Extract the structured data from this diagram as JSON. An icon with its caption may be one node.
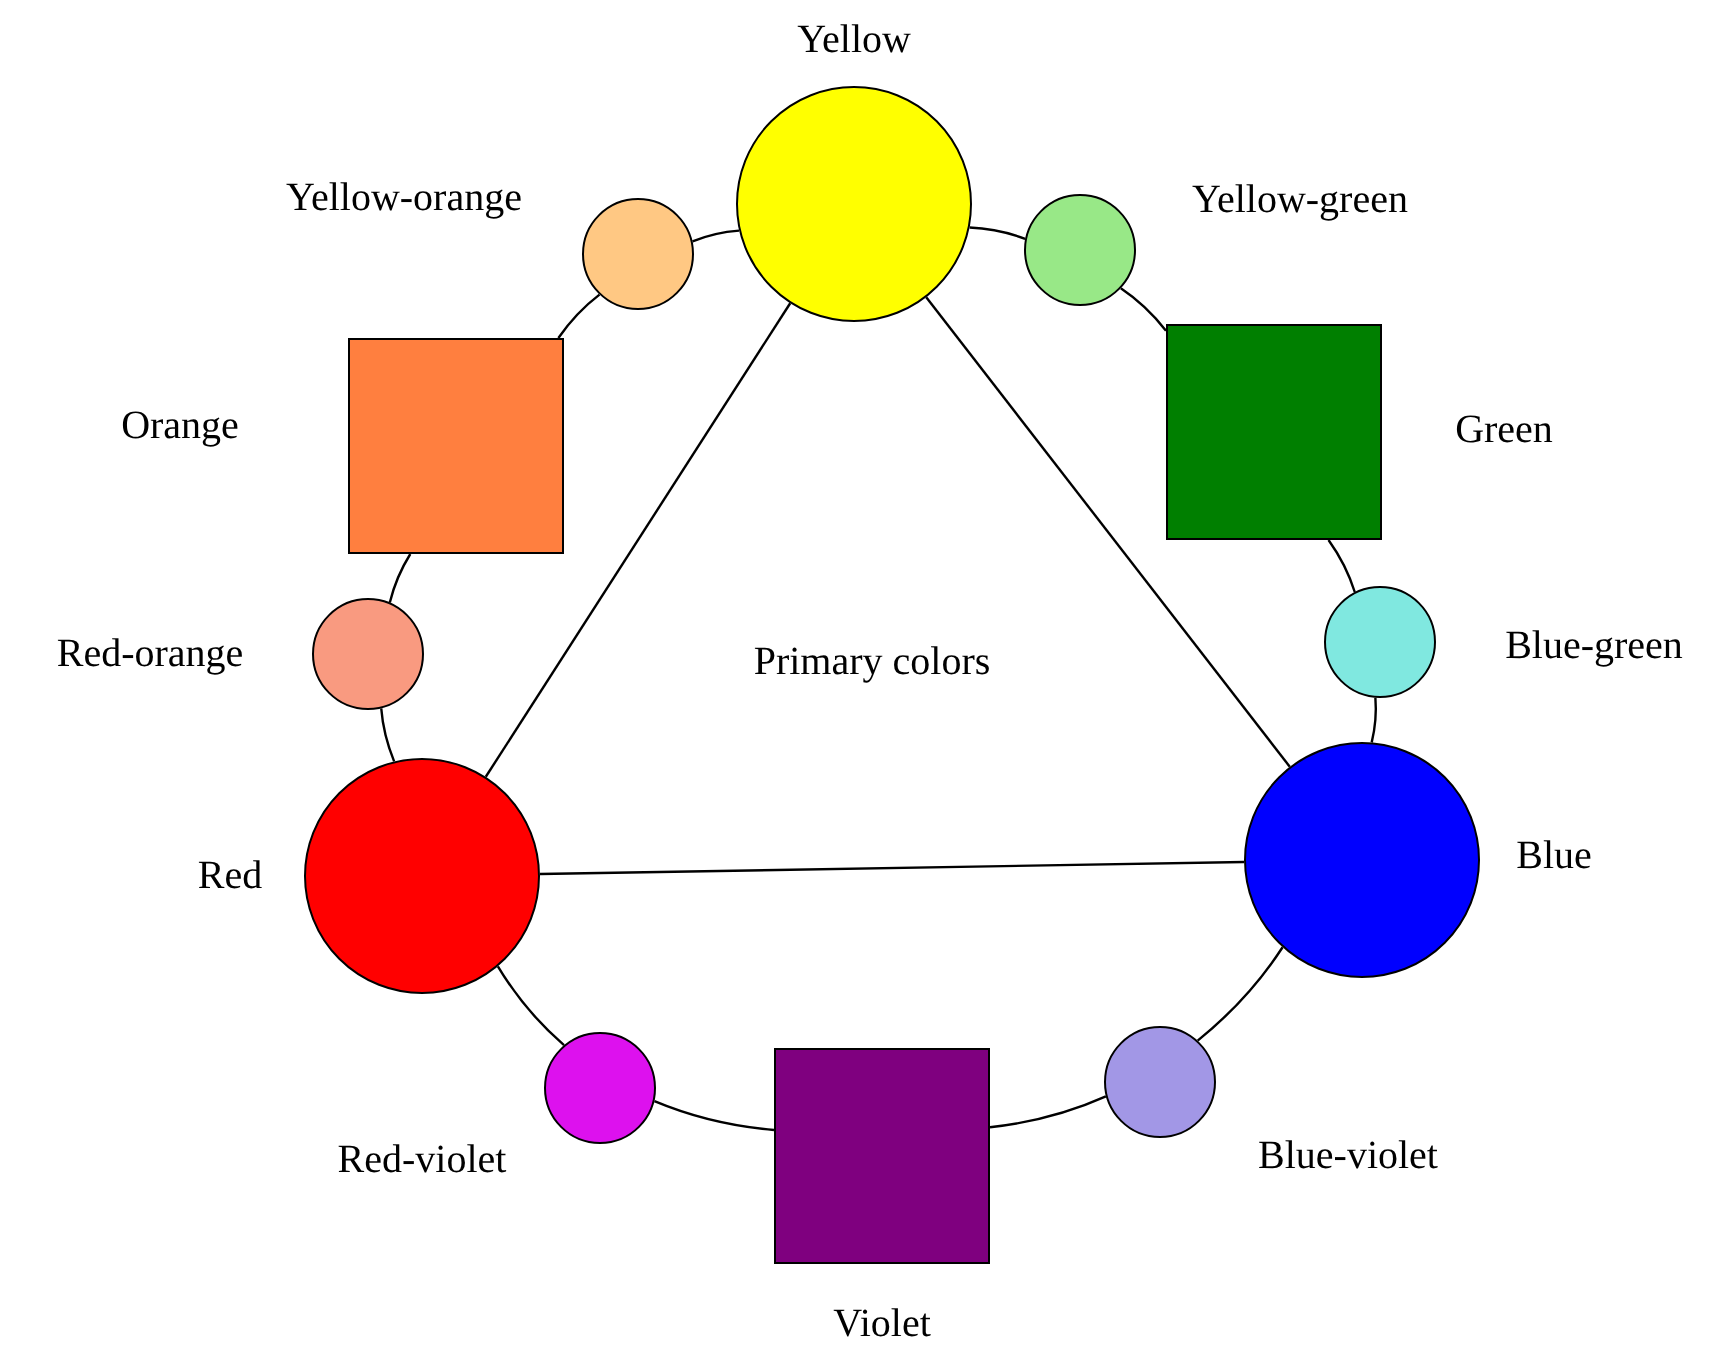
{
  "diagram": {
    "nodes": [
      {
        "text": [
          "Yellow"
        ]
      },
      {
        "text": [
          "Yellow-green"
        ]
      },
      {
        "text": [
          "Green"
        ]
      },
      {
        "text": [
          "Blue-green"
        ]
      },
      {
        "text": [
          "Blue"
        ]
      },
      {
        "text": [
          "Blue-violet"
        ]
      },
      {
        "text": [
          "Violet"
        ]
      },
      {
        "text": [
          "Red-violet"
        ]
      },
      {
        "text": [
          "Red"
        ]
      },
      {
        "text": [
          "Red-orange"
        ]
      },
      {
        "text": [
          "Orange"
        ]
      },
      {
        "text": [
          "Yellow-orange"
        ]
      }
    ],
    "edges": [
      {
        "from": 0,
        "to": 1,
        "arrow": "none"
      },
      {
        "from": 1,
        "to": 2,
        "arrow": "none"
      },
      {
        "from": 2,
        "to": 3,
        "arrow": "none"
      },
      {
        "from": 3,
        "to": 4,
        "arrow": "none"
      },
      {
        "from": 4,
        "to": 5,
        "arrow": "none"
      },
      {
        "from": 5,
        "to": 6,
        "arrow": "none"
      },
      {
        "from": 6,
        "to": 7,
        "arrow": "none"
      },
      {
        "from": 7,
        "to": 8,
        "arrow": "none"
      },
      {
        "from": 8,
        "to": 9,
        "arrow": "none"
      },
      {
        "from": 9,
        "to": 10,
        "arrow": "none"
      },
      {
        "from": 10,
        "to": 11,
        "arrow": "none"
      },
      {
        "from": 11,
        "to": 0,
        "arrow": "none"
      },
      {
        "from": 0,
        "to": 8,
        "arrow": "none"
      },
      {
        "from": 8,
        "to": 4,
        "arrow": "none"
      },
      {
        "from": 4,
        "to": 0,
        "arrow": "none"
      }
    ],
    "labels": [
      "Primary colors"
    ]
  }
}
